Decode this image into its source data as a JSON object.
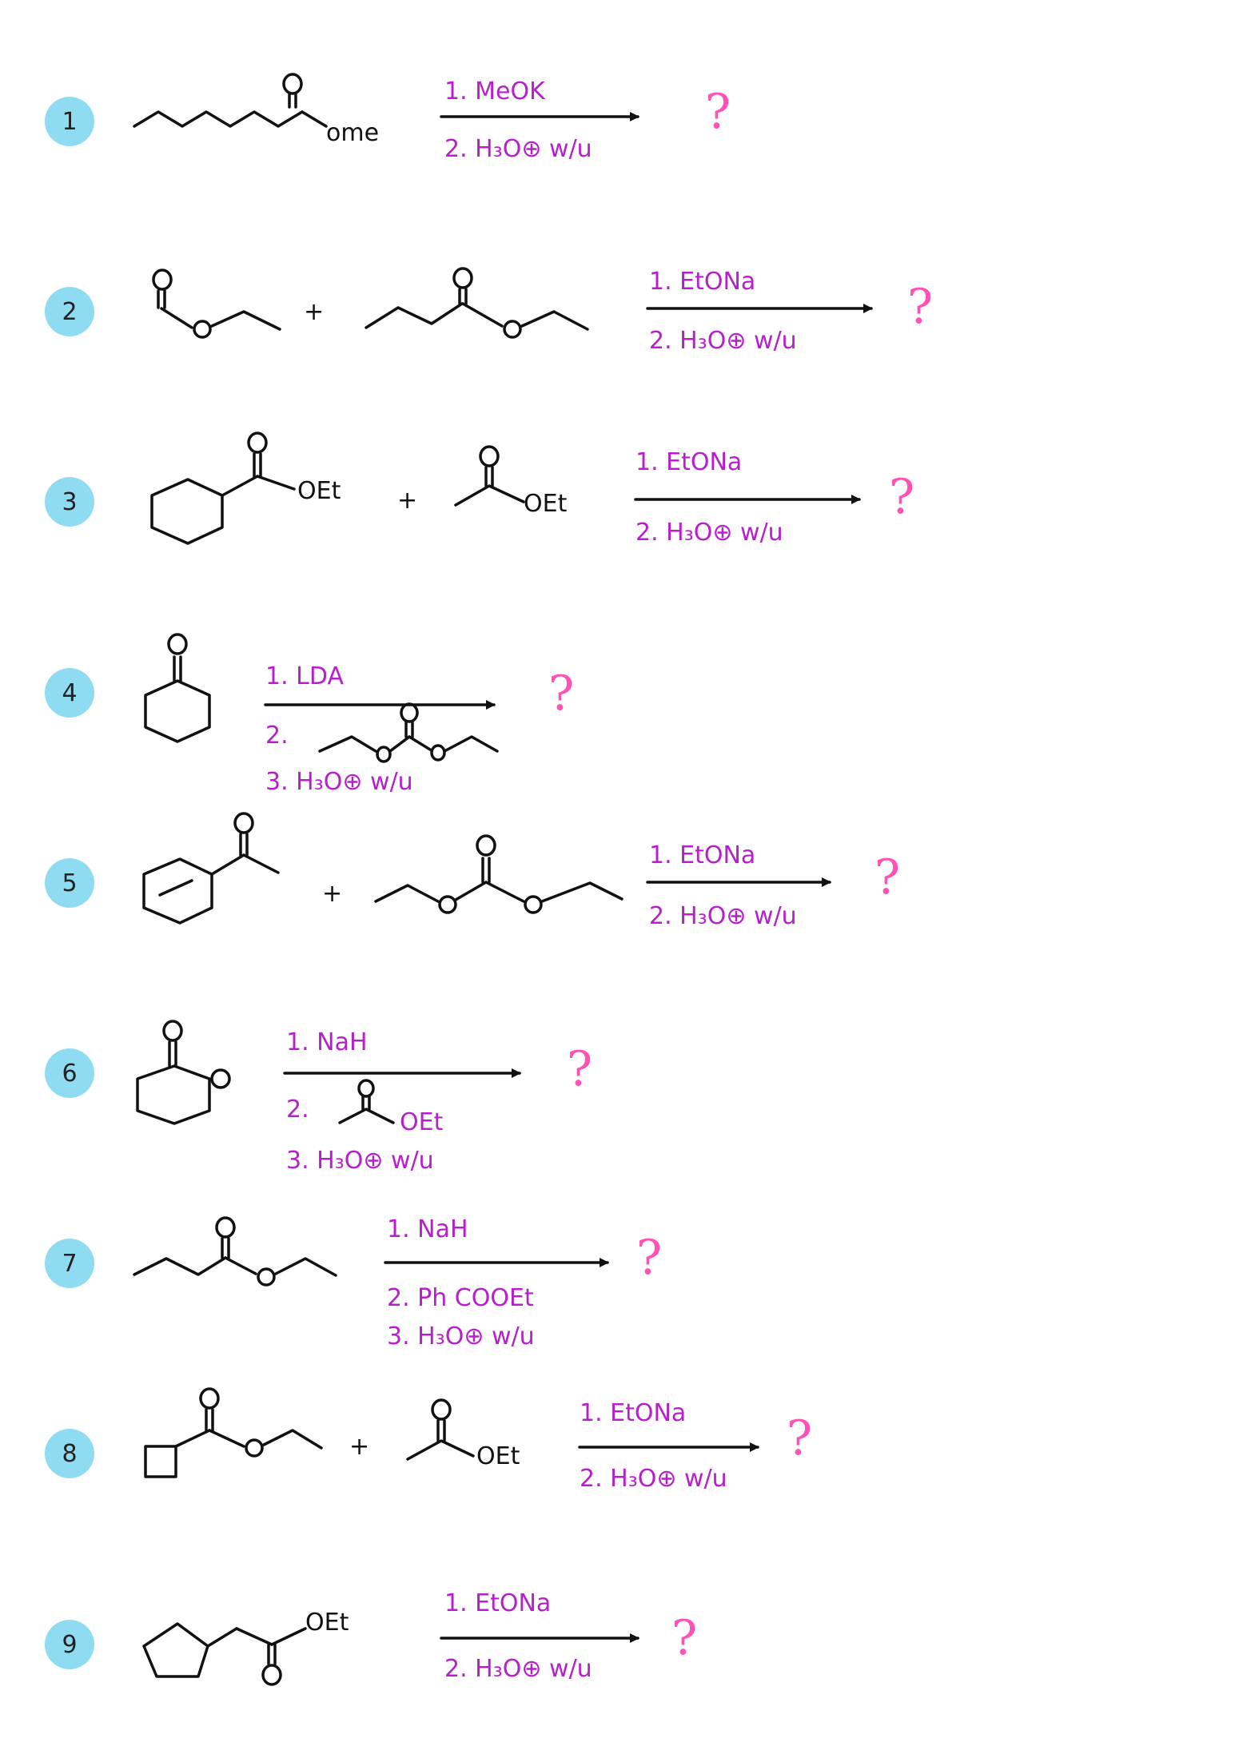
{
  "colors": {
    "badge": "#8fdcf2",
    "reagent_text": "#b81fcc",
    "question_mark": "#ff52b4",
    "structure_ink": "#111111"
  },
  "problems": [
    {
      "number": "1",
      "labels": [
        "ome"
      ],
      "plus": [],
      "conditions": [
        "1. MeOK",
        "2. H₃O⊕ w/u"
      ],
      "unknown": "?"
    },
    {
      "number": "2",
      "labels": [],
      "plus": [
        "+"
      ],
      "conditions": [
        "1. EtONa",
        "2. H₃O⊕ w/u"
      ],
      "unknown": "?"
    },
    {
      "number": "3",
      "labels": [
        "OEt",
        "OEt"
      ],
      "plus": [
        "+"
      ],
      "conditions": [
        "1. EtONa",
        "2. H₃O⊕ w/u"
      ],
      "unknown": "?"
    },
    {
      "number": "4",
      "labels": [],
      "plus": [],
      "conditions": [
        "1. LDA",
        "2.",
        "3. H₃O⊕ w/u"
      ],
      "unknown": "?"
    },
    {
      "number": "5",
      "labels": [],
      "plus": [
        "+"
      ],
      "conditions": [
        "1. EtONa",
        "2. H₃O⊕ w/u"
      ],
      "unknown": "?"
    },
    {
      "number": "6",
      "labels": [],
      "plus": [],
      "conditions": [
        "1. NaH",
        "2.",
        "OEt",
        "3. H₃O⊕ w/u"
      ],
      "unknown": "?"
    },
    {
      "number": "7",
      "labels": [],
      "plus": [],
      "conditions": [
        "1. NaH",
        "2. Ph COOEt",
        "3. H₃O⊕ w/u"
      ],
      "unknown": "?"
    },
    {
      "number": "8",
      "labels": [
        "OEt"
      ],
      "plus": [
        "+"
      ],
      "conditions": [
        "1. EtONa",
        "2. H₃O⊕ w/u"
      ],
      "unknown": "?"
    },
    {
      "number": "9",
      "labels": [
        "OEt"
      ],
      "plus": [],
      "conditions": [
        "1. EtONa",
        "2. H₃O⊕ w/u"
      ],
      "unknown": "?"
    }
  ]
}
